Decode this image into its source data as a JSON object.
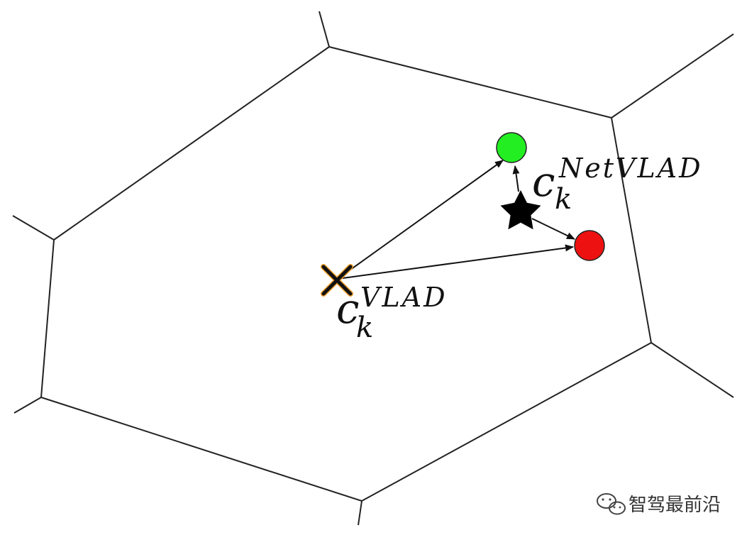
{
  "labels": {
    "vlad": {
      "base": "c",
      "sub": "k",
      "sup": "VLAD"
    },
    "netvlad": {
      "base": "c",
      "sub": "k",
      "sup": "NetVLAD"
    }
  },
  "watermark": {
    "text": "智驾最前沿",
    "icon": "wechat-chat-icon"
  },
  "colors": {
    "green_point": "#22ee22",
    "red_point": "#ee1111",
    "star": "#000000",
    "cross": "#000000",
    "cross_outline": "#f0a030",
    "lines": "#222222"
  }
}
